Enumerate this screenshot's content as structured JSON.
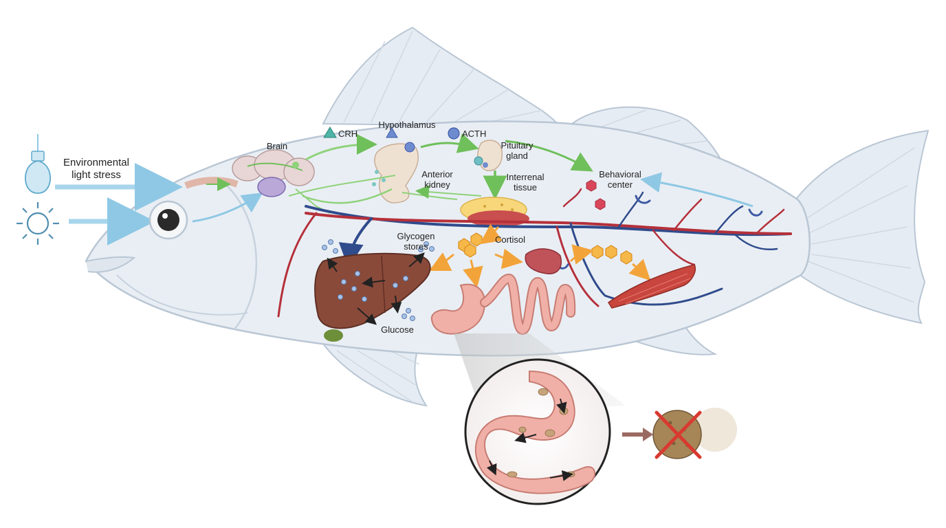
{
  "labels": {
    "environmental_light_stress": "Environmental\nlight stress",
    "brain": "Brain",
    "crh": "CRH",
    "hypothalamus": "Hypothalamus",
    "acth": "ACTH",
    "pituitary_gland": "Pituitary\ngland",
    "anterior_kidney": "Anterior\nkidney",
    "interrenal_tissue": "Interrenal\ntissue",
    "behavioral_center": "Behavioral\ncenter",
    "glycogen_stores": "Glycogen\nstores",
    "cortisol": "Cortisol",
    "glucose": "Glucose"
  },
  "colors": {
    "fish_body": "#e9eef4",
    "fish_outline": "#b9c6d4",
    "nerve_green": "#6fbf5a",
    "light_blue_arrow": "#9fd2ea",
    "cortisol_orange": "#f2a43a",
    "artery_red": "#b5303a",
    "vein_blue": "#2f4b8c",
    "liver_brown": "#8a4a3a",
    "intestine_pink": "#f0b0a8",
    "muscle_red": "#c8463e",
    "crh_teal": "#2a9d8f",
    "acth_blue": "#5a74c6",
    "reject_red": "#d83a30"
  }
}
